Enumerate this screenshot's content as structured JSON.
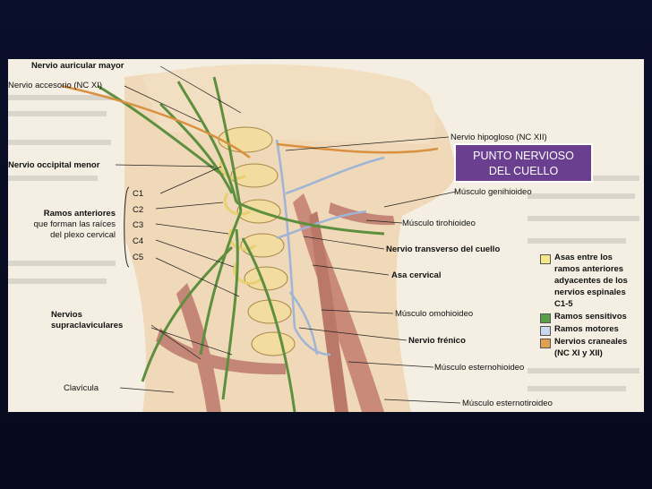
{
  "callout": {
    "line1": "PUNTO NERVIOSO",
    "line2": "DEL CUELLO"
  },
  "labels": {
    "auricular_mayor": "Nervio auricular mayor",
    "accesorio": "Nervio accesorio (NC XI)",
    "occipital_menor": "Nervio occipital menor",
    "ramos_anteriores_1": "Ramos anteriores",
    "ramos_anteriores_2": "que forman las raíces",
    "ramos_anteriores_3": "del plexo cervical",
    "c1": "C1",
    "c2": "C2",
    "c3": "C3",
    "c4": "C4",
    "c5": "C5",
    "supraclaviculares_1": "Nervios",
    "supraclaviculares_2": "supraclaviculares",
    "clavicula": "Clavícula",
    "hipogloso": "Nervio hipogloso (NC XII)",
    "genihioideo": "Músculo genihioideo",
    "tirohioideo": "Músculo tirohioideo",
    "transverso": "Nervio transverso del cuello",
    "asa": "Asa cervical",
    "omohioideo": "Músculo omohioideo",
    "frenico": "Nervio frénico",
    "esternohioideo": "Músculo esternohioideo",
    "esternotiroideo": "Músculo esternotiroideo"
  },
  "legend": {
    "yellow": {
      "lines": [
        "Asas entre los",
        "ramos anteriores",
        "adyacentes de los",
        "nervios espinales",
        "C1-5"
      ],
      "color": "#f3e98a"
    },
    "green": {
      "label": "Ramos sensitivos",
      "color": "#5aa04a"
    },
    "blue": {
      "label": "Ramos motores",
      "color": "#c8d8ee"
    },
    "orange": {
      "lines": [
        "Nervios craneales",
        "(NC XI y XII)"
      ],
      "color": "#e0a050"
    }
  },
  "colors": {
    "nerve_sensory": "#5e8f3f",
    "nerve_motor": "#9fb4d6",
    "vertebra": "#f2dca0",
    "muscle": "#c98a7a"
  }
}
